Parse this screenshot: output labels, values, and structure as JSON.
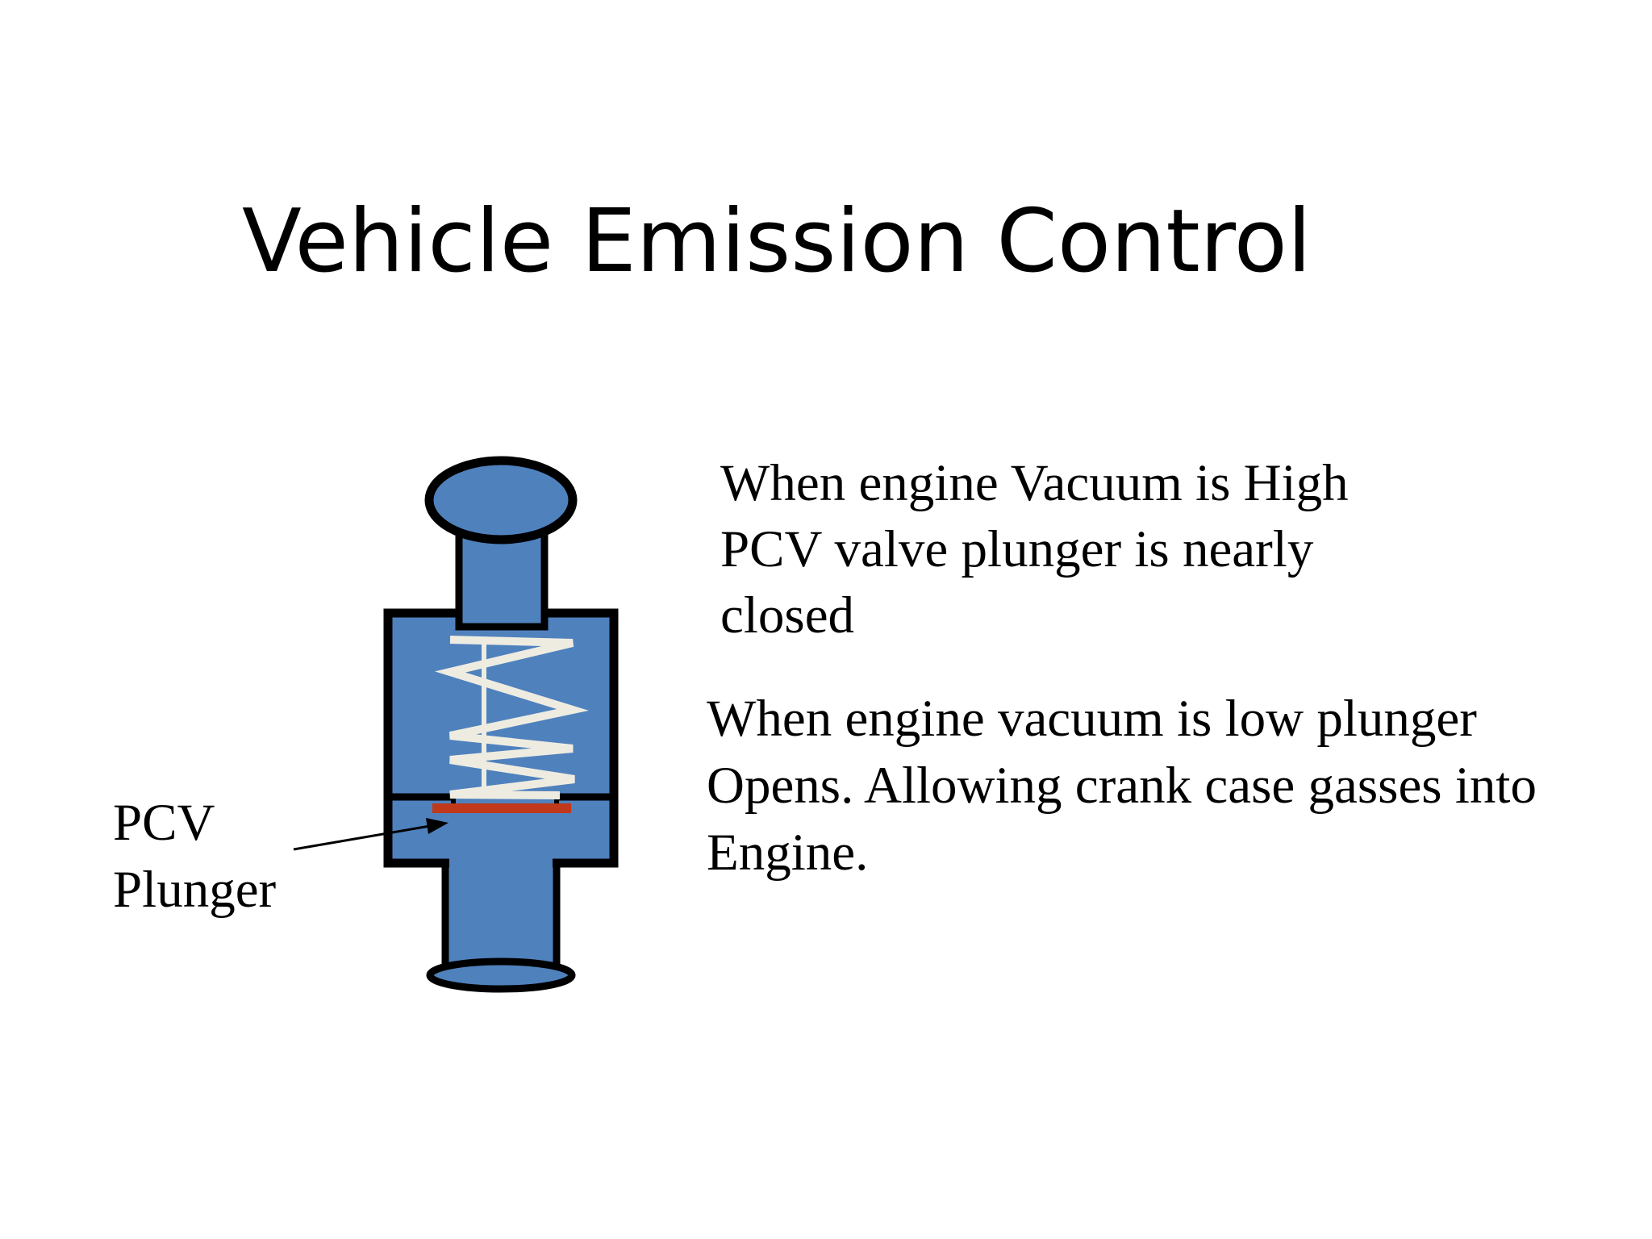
{
  "title": "Vehicle Emission Control",
  "descriptions": [
    {
      "lines": [
        "When engine Vacuum is High",
        "PCV valve plunger is nearly",
        "closed"
      ]
    },
    {
      "lines": [
        "When engine vacuum is low plunger",
        "Opens. Allowing  crank case gasses into",
        "Engine."
      ]
    }
  ],
  "callout": {
    "lines": [
      "PCV",
      "Plunger"
    ]
  },
  "diagram": {
    "body_color": "#4f81bd",
    "outline_color": "#000000",
    "spring_color": "#eeece1",
    "plunger_color": "#c0391b"
  }
}
